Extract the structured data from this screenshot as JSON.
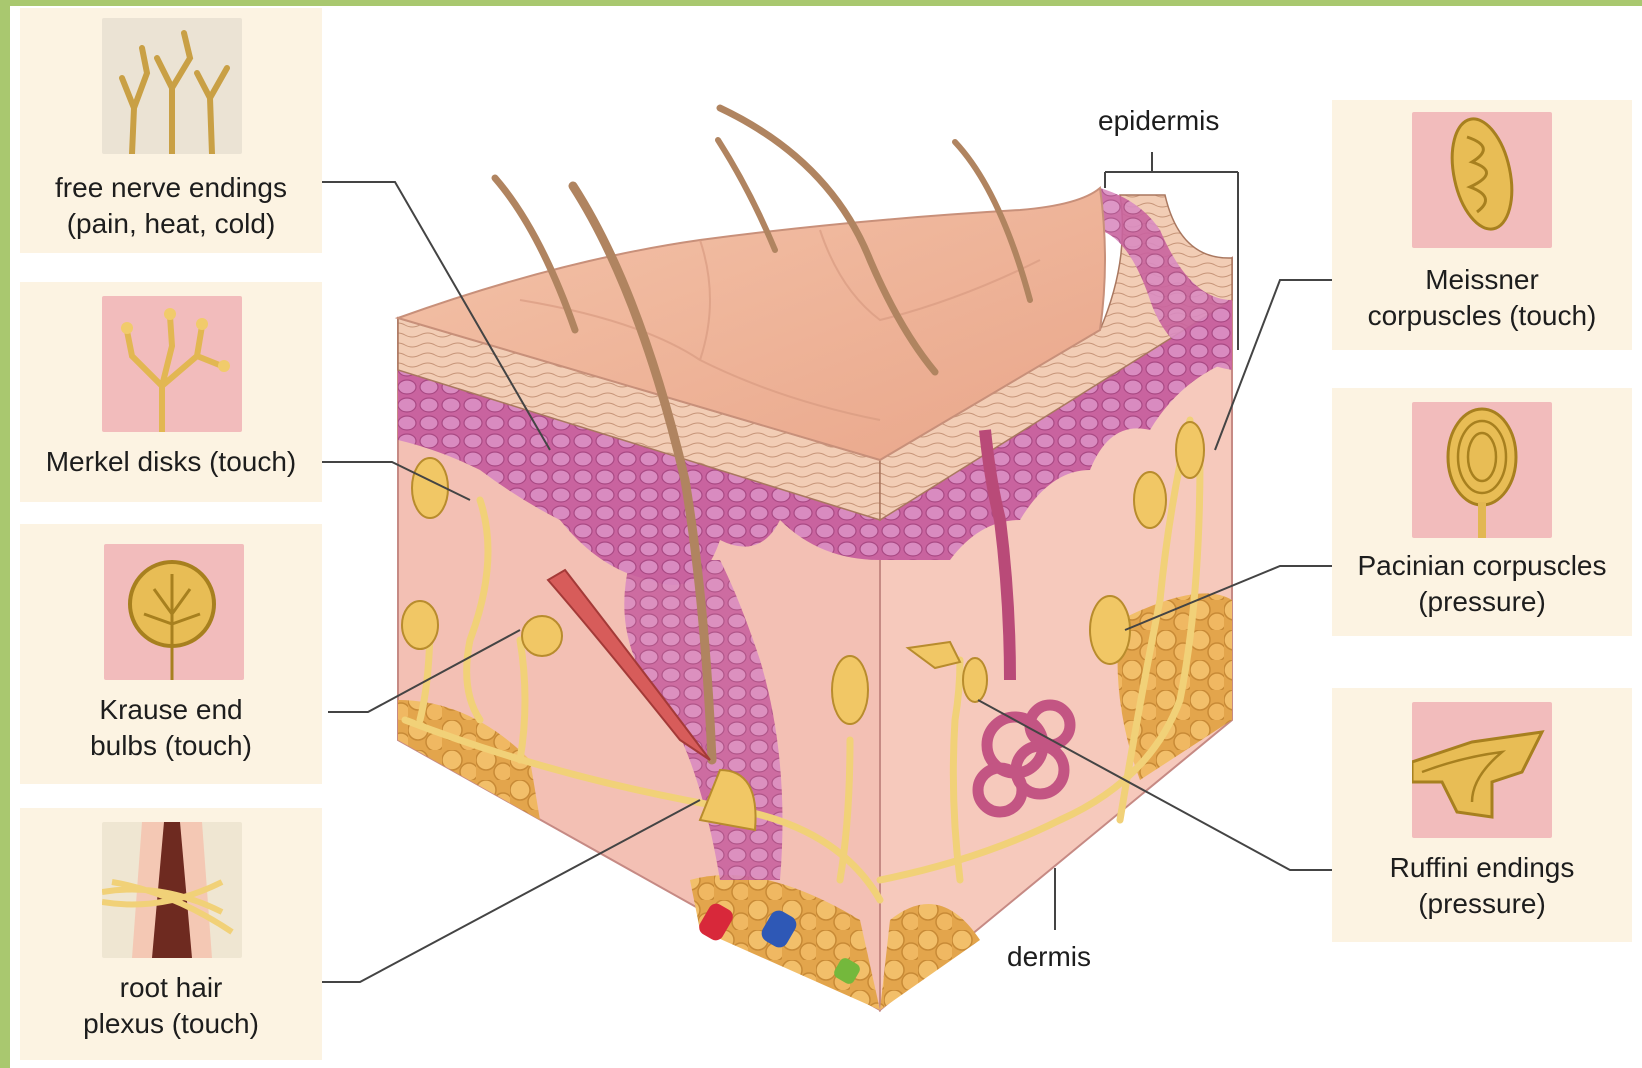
{
  "left_panels": [
    {
      "id": "free-nerve-endings",
      "caption": "free nerve endings\n(pain, heat, cold)",
      "icon": "branching-nerve-icon"
    },
    {
      "id": "merkel-disks",
      "caption": "Merkel disks (touch)",
      "icon": "merkel-disk-icon"
    },
    {
      "id": "krause-end-bulbs",
      "caption": "Krause end\nbulbs (touch)",
      "icon": "krause-bulb-icon"
    },
    {
      "id": "root-hair-plexus",
      "caption": "root hair\nplexus (touch)",
      "icon": "hair-plexus-icon"
    }
  ],
  "right_panels": [
    {
      "id": "meissner-corpuscles",
      "caption": "Meissner\ncorpuscles (touch)",
      "icon": "meissner-corpuscle-icon"
    },
    {
      "id": "pacinian-corpuscles",
      "caption": "Pacinian corpuscles\n(pressure)",
      "icon": "pacinian-corpuscle-icon"
    },
    {
      "id": "ruffini-endings",
      "caption": "Ruffini endings\n(pressure)",
      "icon": "ruffini-ending-icon"
    }
  ],
  "layer_labels": {
    "epidermis": "epidermis",
    "dermis": "dermis"
  },
  "colors": {
    "frame": "#a9c86f",
    "panel_bg": "#fcf3e2",
    "thumb_pink": "#f2bcbc",
    "skin_surface": "#f0b79a",
    "epidermis": "#c7609e",
    "dermis": "#f4c1b7",
    "nerve": "#f2d27a",
    "fat": "#eeb35a",
    "hair": "#b88a63"
  }
}
